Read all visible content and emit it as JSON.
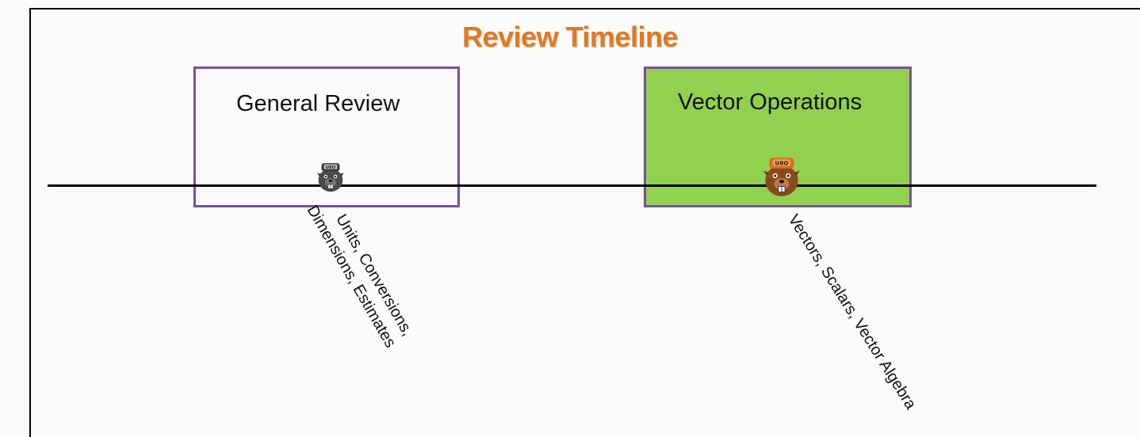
{
  "title": "Review Timeline",
  "colors": {
    "title": "#e07a22",
    "box_border": "#7b4fa0",
    "active_box_fill": "#92d050",
    "timeline": "#000000"
  },
  "topics": [
    {
      "label": "General Review",
      "details_line1": "Units, Conversions,",
      "details_line2": "Dimensions, Estimates",
      "mascot": "beaver-mascot-grayscale-icon",
      "active": false
    },
    {
      "label": "Vector Operations",
      "details_line1": "Vectors, Scalars, Vector Algebra",
      "mascot": "beaver-mascot-color-icon",
      "active": true
    }
  ]
}
